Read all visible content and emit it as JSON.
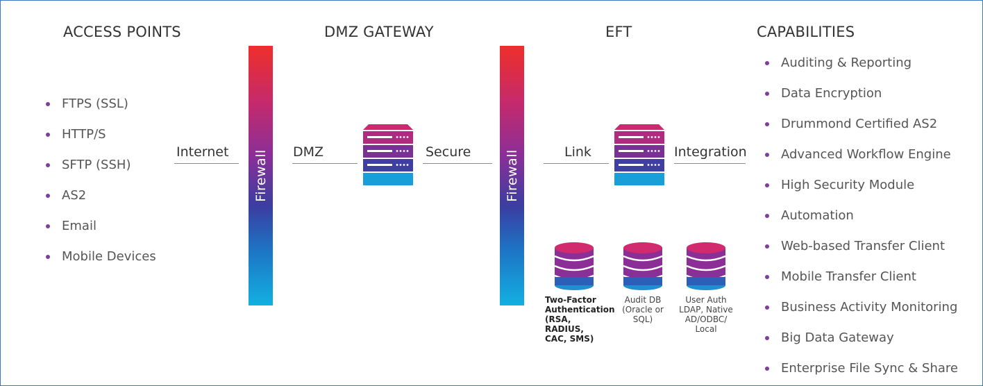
{
  "headings": {
    "access_points": "ACCESS POINTS",
    "dmz_gateway": "DMZ GATEWAY",
    "eft": "EFT",
    "capabilities": "CAPABILITIES"
  },
  "access_points": [
    "FTPS (SSL)",
    "HTTP/S",
    "SFTP (SSH)",
    "AS2",
    "Email",
    "Mobile Devices"
  ],
  "connections": {
    "internet": "Internet",
    "dmz": "DMZ",
    "secure": "Secure",
    "link": "Link",
    "integration": "Integration"
  },
  "firewalls": [
    "Firewall",
    "Firewall"
  ],
  "databases": [
    {
      "icon": "database-icon",
      "label_lines": [
        "Two-Factor",
        "Authentication",
        "(RSA, RADIUS,",
        "CAC, SMS)"
      ]
    },
    {
      "icon": "database-icon",
      "label_lines": [
        "Audit DB",
        "(Oracle or",
        "SQL)"
      ]
    },
    {
      "icon": "database-icon",
      "label_lines": [
        "User Auth",
        "LDAP, Native",
        "AD/ODBC/",
        "Local"
      ]
    }
  ],
  "capabilities": [
    "Auditing & Reporting",
    "Data Encryption",
    "Drummond Certified AS2",
    "Advanced Workflow Engine",
    "High Security Module",
    "Automation",
    "Web-based Transfer Client",
    "Mobile Transfer Client",
    "Business Activity Monitoring",
    "Big Data Gateway",
    "Enterprise File Sync & Share"
  ],
  "icons": {
    "server": "server-icon",
    "database": "database-icon",
    "bullet": "bullet-dot"
  },
  "colors": {
    "border": "#3a78c0",
    "bullet": "#7a3fa0",
    "gradient_top": "#ee2f2a",
    "gradient_mid": "#8b2f97",
    "gradient_bottom": "#12b0e0"
  }
}
